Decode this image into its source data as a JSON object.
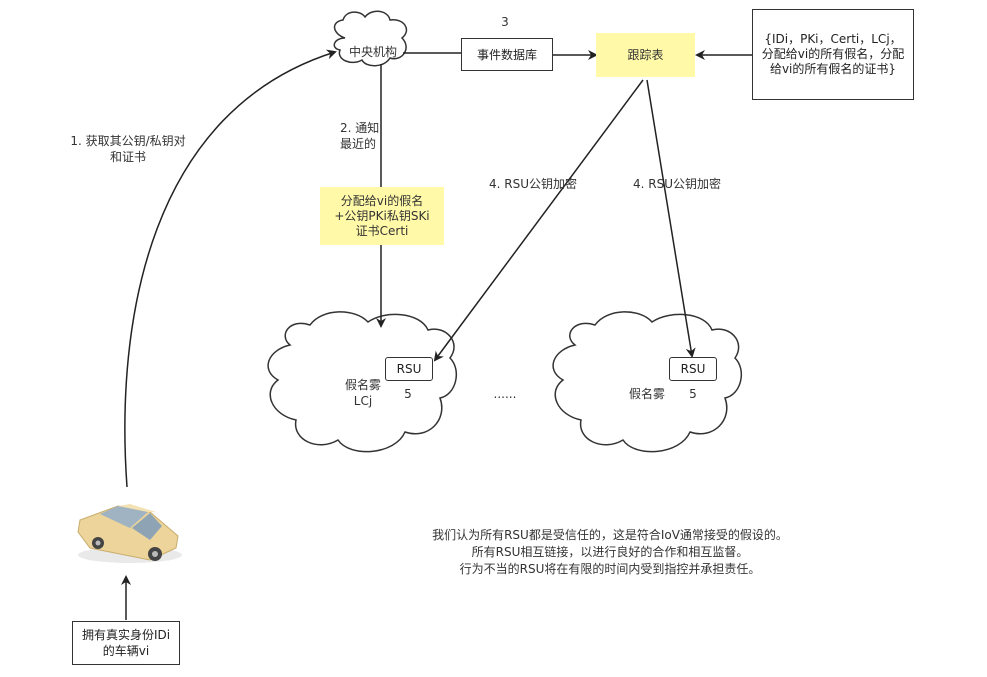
{
  "nodes": {
    "central_authority": "中央机构",
    "event_db": "事件数据库",
    "event_db_number": "3",
    "tracking_table": "跟踪表",
    "tracking_info": "{IDi，PKi，Certi，LCj，分配给vi的所有假名，分配给vi的所有假名的证书}",
    "pseudonym_note": "分配给vi的假名+公钥PKi私钥SKi证书Certi",
    "fog_left_label": "假名雾\nLCj",
    "fog_right_label": "假名雾",
    "rsu_left": "RSU",
    "rsu_left_number": "5",
    "rsu_right": "RSU",
    "rsu_right_number": "5",
    "ellipsis": "......",
    "vehicle_box": "拥有真实身份IDi的车辆vi"
  },
  "edges": {
    "step1": "1. 获取其公钥/私钥对和证书",
    "step2": "2. 通知\n最近的",
    "step4_left": "4. RSU公钥加密",
    "step4_right": "4. RSU公钥加密"
  },
  "assumption_text": {
    "line1": "我们认为所有RSU都是受信任的，这是符合IoV通常接受的假设的。",
    "line2": "所有RSU相互链接，以进行良好的合作和相互监督。",
    "line3": "行为不当的RSU将在有限的时间内受到指控并承担责任。"
  },
  "colors": {
    "note_fill": "#fff9a8",
    "stroke": "#333333",
    "car_body": "#f0dca8"
  }
}
